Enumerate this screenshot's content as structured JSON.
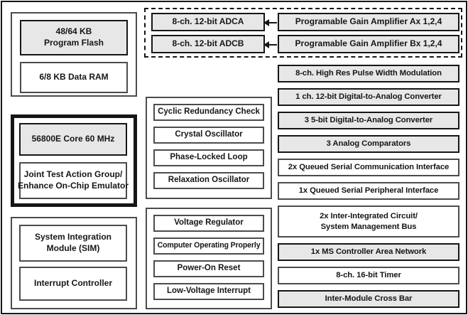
{
  "colors": {
    "background": "#ffffff",
    "block_fill_gray": "#e7e7e7",
    "border_dark": "#161616",
    "border_gray": "#4c4c4c"
  },
  "diagram": {
    "memory_group": {
      "blocks": [
        {
          "lines": [
            "48/64 KB",
            "Program Flash"
          ],
          "fill": "gray"
        },
        {
          "lines": [
            "6/8 KB Data RAM"
          ],
          "fill": "white"
        }
      ]
    },
    "core_group": {
      "blocks": [
        {
          "lines": [
            "56800E Core 60 MHz"
          ],
          "fill": "gray"
        },
        {
          "lines": [
            "Joint Test Action Group/",
            "Enhance On-Chip Emulator"
          ],
          "fill": "white"
        }
      ]
    },
    "system_group": {
      "blocks": [
        {
          "lines": [
            "System Integration",
            "Module (SIM)"
          ],
          "fill": "white"
        },
        {
          "lines": [
            "Interrupt Controller"
          ],
          "fill": "white"
        }
      ]
    },
    "analog_front_end": {
      "adc_blocks": [
        {
          "lines": [
            "8-ch. 12-bit ADCA"
          ],
          "fill": "gray"
        },
        {
          "lines": [
            "8-ch. 12-bit ADCB"
          ],
          "fill": "gray"
        }
      ],
      "pga_blocks": [
        {
          "lines": [
            "Programable Gain Amplifier Ax 1,2,4"
          ],
          "fill": "gray"
        },
        {
          "lines": [
            "Programable Gain Amplifier Bx 1,2,4"
          ],
          "fill": "gray"
        }
      ]
    },
    "clock_group": {
      "blocks": [
        {
          "lines": [
            "Cyclic Redundancy Check"
          ],
          "fill": "white"
        },
        {
          "lines": [
            "Crystal Oscillator"
          ],
          "fill": "white"
        },
        {
          "lines": [
            "Phase-Locked Loop"
          ],
          "fill": "white"
        },
        {
          "lines": [
            "Relaxation Oscillator"
          ],
          "fill": "white"
        }
      ]
    },
    "power_group": {
      "blocks": [
        {
          "lines": [
            "Voltage Regulator"
          ],
          "fill": "white"
        },
        {
          "lines": [
            "Computer Operating Properly"
          ],
          "fill": "white"
        },
        {
          "lines": [
            "Power-On Reset"
          ],
          "fill": "white"
        },
        {
          "lines": [
            "Low-Voltage Interrupt"
          ],
          "fill": "white"
        }
      ]
    },
    "peripheral_column": {
      "blocks": [
        {
          "lines": [
            "8-ch. High Res Pulse Width Modulation"
          ],
          "fill": "gray"
        },
        {
          "lines": [
            "1 ch. 12-bit Digital-to-Analog Converter"
          ],
          "fill": "gray"
        },
        {
          "lines": [
            "3 5-bit Digital-to-Analog Converter"
          ],
          "fill": "gray"
        },
        {
          "lines": [
            "3 Analog Comparators"
          ],
          "fill": "gray"
        },
        {
          "lines": [
            "2x Queued Serial Communication Interface"
          ],
          "fill": "white"
        },
        {
          "lines": [
            "1x Queued Serial Peripheral Interface"
          ],
          "fill": "white"
        },
        {
          "lines": [
            "2x Inter-Integrated Circuit/",
            "System Management Bus"
          ],
          "fill": "white"
        },
        {
          "lines": [
            "1x MS Controller Area Network"
          ],
          "fill": "gray"
        },
        {
          "lines": [
            "8-ch. 16-bit Timer"
          ],
          "fill": "white"
        },
        {
          "lines": [
            "Inter-Module Cross Bar"
          ],
          "fill": "gray"
        }
      ]
    }
  }
}
